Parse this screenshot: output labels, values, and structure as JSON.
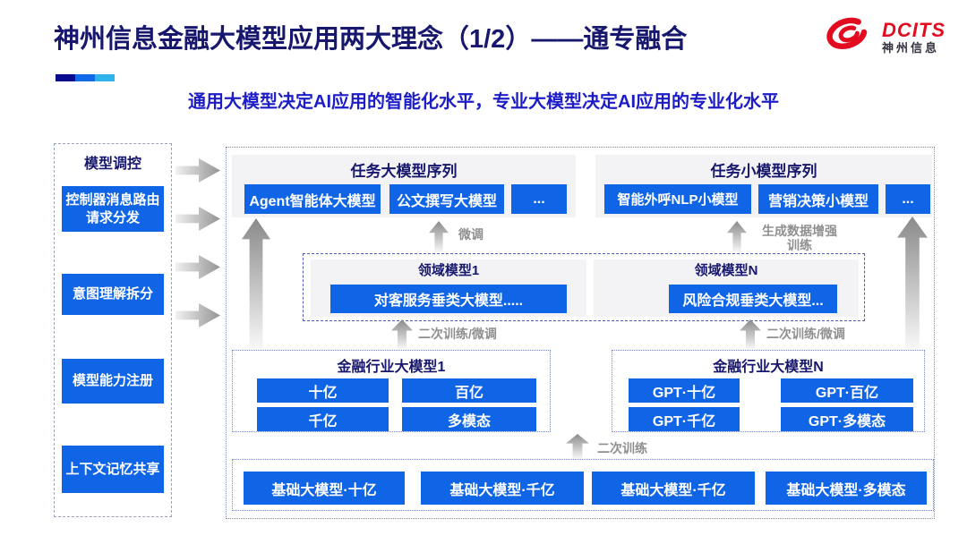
{
  "colors": {
    "box_blue": "#1065e6",
    "navy_text": "#17176e",
    "subtitle_blue": "#1d1dc8",
    "brand_red": "#e30b20",
    "accent_bar": [
      "#0a0a8c",
      "#1168e8",
      "#2fb3ea"
    ],
    "arrow_gray": "#8f8f8f"
  },
  "header": {
    "title": "神州信息金融大模型应用两大理念（1/2）——通专融合",
    "subtitle": "通用大模型决定AI应用的智能化水平，专业大模型决定AI应用的专业化水平",
    "logo": {
      "brand": "DCITS",
      "brand_cn": "神州信息"
    }
  },
  "sidebar": {
    "header": "模型调控",
    "items": [
      {
        "label": "控制器消息路由请求分发"
      },
      {
        "label": "意图理解拆分"
      },
      {
        "label": "模型能力注册"
      },
      {
        "label": "上下文记忆共享"
      }
    ]
  },
  "diagram": {
    "task_large": {
      "header": "任务大模型序列",
      "models": [
        "Agent智能体大模型",
        "公文撰写大模型",
        "..."
      ]
    },
    "task_small": {
      "header": "任务小模型序列",
      "models": [
        "智能外呼NLP小模型",
        "营销决策小模型",
        "..."
      ]
    },
    "domain_models": {
      "left": {
        "header": "领域模型1",
        "model": "对客服务垂类大模型....."
      },
      "right": {
        "header": "领域模型N",
        "model": "风险合规垂类大模型..."
      }
    },
    "industry_1": {
      "header": "金融行业大模型1",
      "models": [
        "十亿",
        "百亿",
        "千亿",
        "多模态"
      ]
    },
    "industry_n": {
      "header": "金融行业大模型N",
      "models": [
        "GPT·十亿",
        "GPT·百亿",
        "GPT·千亿",
        "GPT·多模态"
      ]
    },
    "foundation": {
      "models": [
        "基础大模型·十亿",
        "基础大模型·千亿",
        "基础大模型·千亿",
        "基础大模型·多模态"
      ]
    },
    "arrow_labels": {
      "finetune": "微调",
      "gen_data_1": "生成数据增强",
      "gen_data_2": "训练",
      "retrain_ft_left": "二次训练/微调",
      "retrain_ft_right": "二次训练/微调",
      "retrain": "二次训练"
    }
  }
}
